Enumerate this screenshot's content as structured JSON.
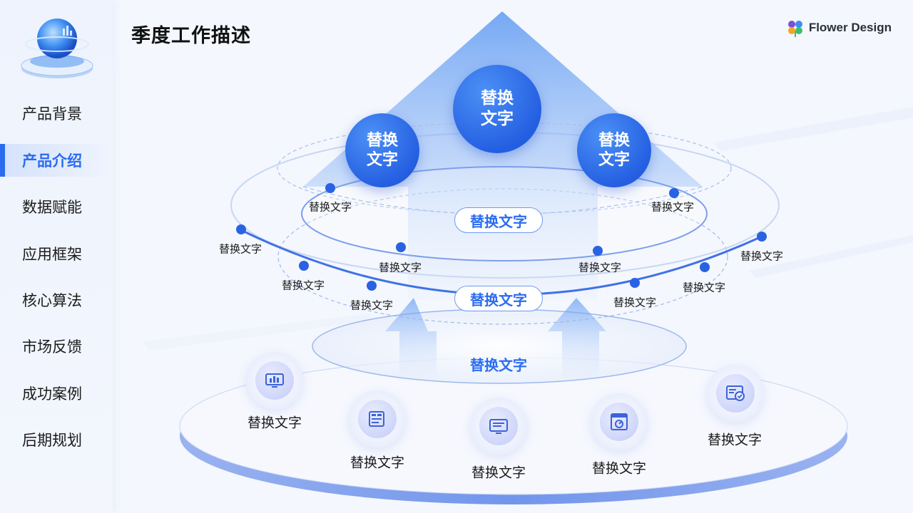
{
  "sidebar": {
    "items": [
      {
        "label": "产品背景",
        "active": false
      },
      {
        "label": "产品介绍",
        "active": true
      },
      {
        "label": "数据赋能",
        "active": false
      },
      {
        "label": "应用框架",
        "active": false
      },
      {
        "label": "核心算法",
        "active": false
      },
      {
        "label": "市场反馈",
        "active": false
      },
      {
        "label": "成功案例",
        "active": false
      },
      {
        "label": "后期规划",
        "active": false
      }
    ]
  },
  "header": {
    "title": "季度工作描述",
    "brand": "Flower Design"
  },
  "diagram": {
    "top_circles": [
      {
        "text": "替换文字",
        "icon": "top-circle-left"
      },
      {
        "text": "替换文字",
        "icon": "top-circle-center"
      },
      {
        "text": "替换文字",
        "icon": "top-circle-right"
      }
    ],
    "upper_ring_pill": "替换文字",
    "upper_ring_labels": [
      "替换文字",
      "替换文字"
    ],
    "middle_ring_pill": "替换文字",
    "middle_ring_labels": [
      "替换文字",
      "替换文字",
      "替换文字",
      "替换文字",
      "替换文字",
      "替换文字",
      "替换文字",
      "替换文字"
    ],
    "lower_ring_title": "替换文字",
    "base_items": [
      {
        "label": "替换文字",
        "icon": "monitor-chart-icon"
      },
      {
        "label": "替换文字",
        "icon": "data-window-icon"
      },
      {
        "label": "替换文字",
        "icon": "code-screen-icon"
      },
      {
        "label": "替换文字",
        "icon": "speed-window-icon"
      },
      {
        "label": "替换文字",
        "icon": "secure-window-icon"
      }
    ]
  },
  "colors": {
    "accent": "#2a6cf0",
    "circle": "#2560e2",
    "text": "#1b1b1b"
  }
}
